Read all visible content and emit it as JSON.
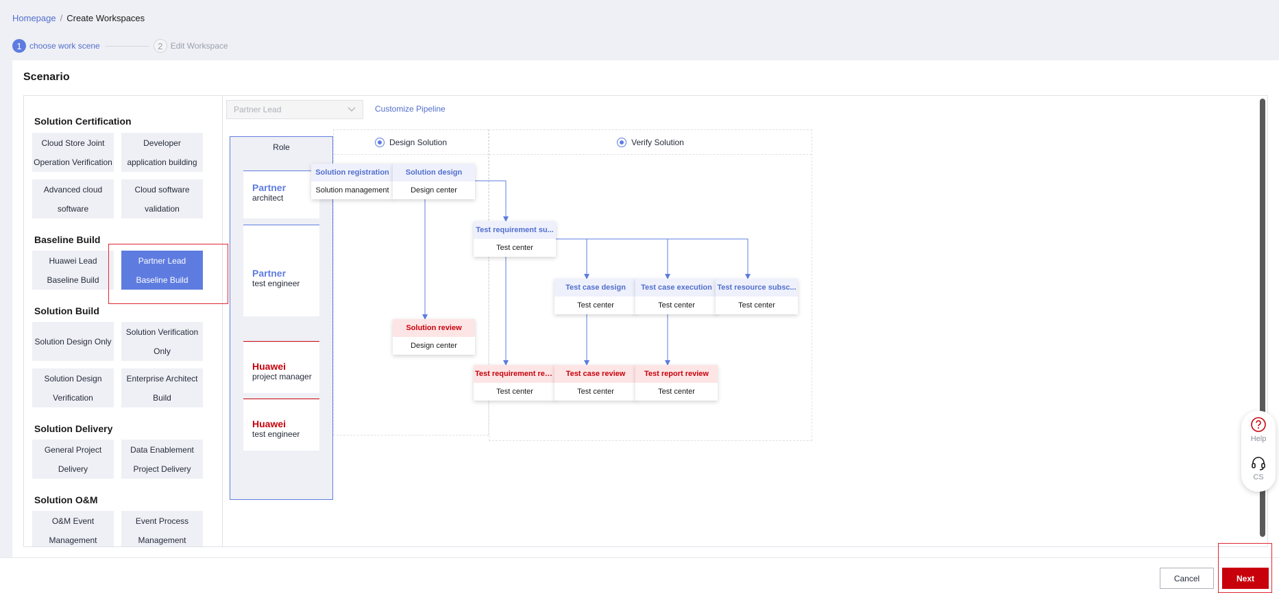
{
  "breadcrumb": {
    "home": "Homepage",
    "separator": "/",
    "current": "Create Workspaces"
  },
  "steps": [
    {
      "num": "1",
      "label": "choose work scene"
    },
    {
      "num": "2",
      "label": "Edit Workspace"
    }
  ],
  "card": {
    "title": "Scenario"
  },
  "groups": [
    {
      "title": "Solution Certification",
      "items": [
        "Cloud Store Joint Operation Verification",
        "Developer application building",
        "Advanced cloud software",
        "Cloud software validation"
      ]
    },
    {
      "title": "Baseline Build",
      "items": [
        "Huawei Lead Baseline Build",
        "Partner Lead Baseline Build"
      ]
    },
    {
      "title": "Solution Build",
      "items": [
        "Solution Design Only",
        "Solution Verification Only",
        "Solution Design Verification",
        "Enterprise Architect Build"
      ]
    },
    {
      "title": "Solution Delivery",
      "items": [
        "General Project Delivery",
        "Data Enablement Project Delivery"
      ]
    },
    {
      "title": "Solution O&M",
      "items": [
        "O&M Event Management",
        "Event Process Management"
      ]
    }
  ],
  "selected_scenario": "Partner Lead Baseline Build",
  "pipeline": {
    "select_value": "Partner Lead",
    "customize_label": "Customize Pipeline",
    "role_header": "Role",
    "roles": [
      {
        "org": "Partner",
        "name": "architect"
      },
      {
        "org": "Partner",
        "name": "test engineer"
      },
      {
        "org": "Huawei",
        "name": "project manager"
      },
      {
        "org": "Huawei",
        "name": "test engineer"
      }
    ],
    "stages": [
      "Design Solution",
      "Verify Solution"
    ],
    "nodes": [
      {
        "title": "Solution registration",
        "sub": "Solution management",
        "color": "blue"
      },
      {
        "title": "Solution design",
        "sub": "Design center",
        "color": "blue"
      },
      {
        "title": "Solution review",
        "sub": "Design center",
        "color": "red"
      },
      {
        "title": "Test requirement su...",
        "sub": "Test center",
        "color": "blue"
      },
      {
        "title": "Test case design",
        "sub": "Test center",
        "color": "blue"
      },
      {
        "title": "Test case execution",
        "sub": "Test center",
        "color": "blue"
      },
      {
        "title": "Test resource subsc...",
        "sub": "Test center",
        "color": "blue"
      },
      {
        "title": "Test requirement rev...",
        "sub": "Test center",
        "color": "red"
      },
      {
        "title": "Test case review",
        "sub": "Test center",
        "color": "red"
      },
      {
        "title": "Test report review",
        "sub": "Test center",
        "color": "red"
      }
    ]
  },
  "float": {
    "help": "Help",
    "cs": "CS"
  },
  "footer": {
    "cancel": "Cancel",
    "next": "Next"
  },
  "colors": {
    "primary": "#5e7ce0",
    "danger": "#c7000b",
    "link": "#526ecc"
  }
}
